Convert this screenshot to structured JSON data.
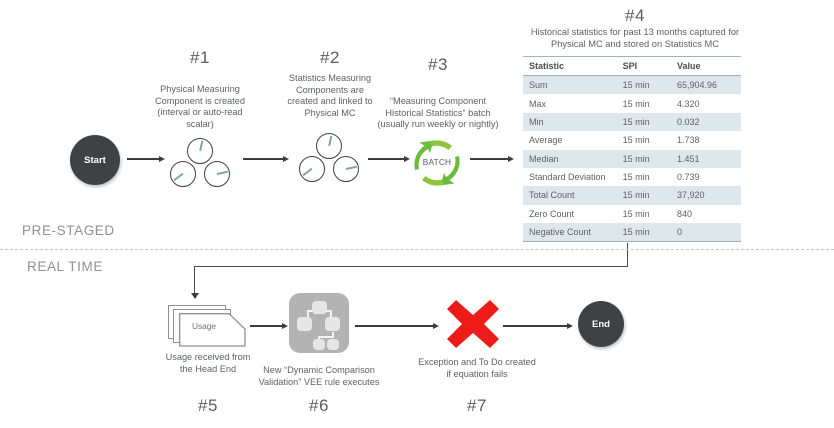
{
  "steps": {
    "s1": {
      "num": "#1",
      "caption": "Physical Measuring Component is created (interval  or auto-read scalar)"
    },
    "s2": {
      "num": "#2",
      "caption": "Statistics Measuring Components are created and linked to Physical MC"
    },
    "s3": {
      "num": "#3",
      "caption": "“Measuring Component Historical Statistics” batch (usually run weekly or nightly)",
      "icon_label": "BATCH"
    },
    "s4": {
      "num": "#4"
    },
    "s5": {
      "num": "#5",
      "caption": "Usage received from the Head End",
      "icon_label": "Usage"
    },
    "s6": {
      "num": "#6",
      "caption": "New “Dynamic Comparison Validation” VEE rule executes"
    },
    "s7": {
      "num": "#7",
      "caption": "Exception and To Do created if equation fails"
    }
  },
  "terminators": {
    "start": "Start",
    "end": "End"
  },
  "lanes": {
    "top": "PRE-STAGED",
    "bottom": "REAL TIME"
  },
  "table": {
    "title": "Historical statistics for past 13 months captured for Physical MC and stored on Statistics MC",
    "columns": [
      "Statistic",
      "SPI",
      "Value"
    ],
    "rows": [
      {
        "statistic": "Sum",
        "spi": "15 min",
        "value": "65,904.96"
      },
      {
        "statistic": "Max",
        "spi": "15 min",
        "value": "4.320"
      },
      {
        "statistic": "Min",
        "spi": "15 min",
        "value": "0.032"
      },
      {
        "statistic": "Average",
        "spi": "15 min",
        "value": "1.738"
      },
      {
        "statistic": "Median",
        "spi": "15 min",
        "value": "1.451"
      },
      {
        "statistic": "Standard Deviation",
        "spi": "15 min",
        "value": "0.739"
      },
      {
        "statistic": "Total Count",
        "spi": "15 min",
        "value": "37,920"
      },
      {
        "statistic": "Zero Count",
        "spi": "15 min",
        "value": "840"
      },
      {
        "statistic": "Negative Count",
        "spi": "15 min",
        "value": "0"
      }
    ]
  },
  "colors": {
    "terminator": "#3f4245",
    "batch_green": "#5eb23a",
    "error_red": "#ee1c18",
    "vee_gray": "#b3b3b3",
    "table_band": "#dde7ec",
    "table_rule": "#9db4c0",
    "lane_text": "#8d9195"
  }
}
